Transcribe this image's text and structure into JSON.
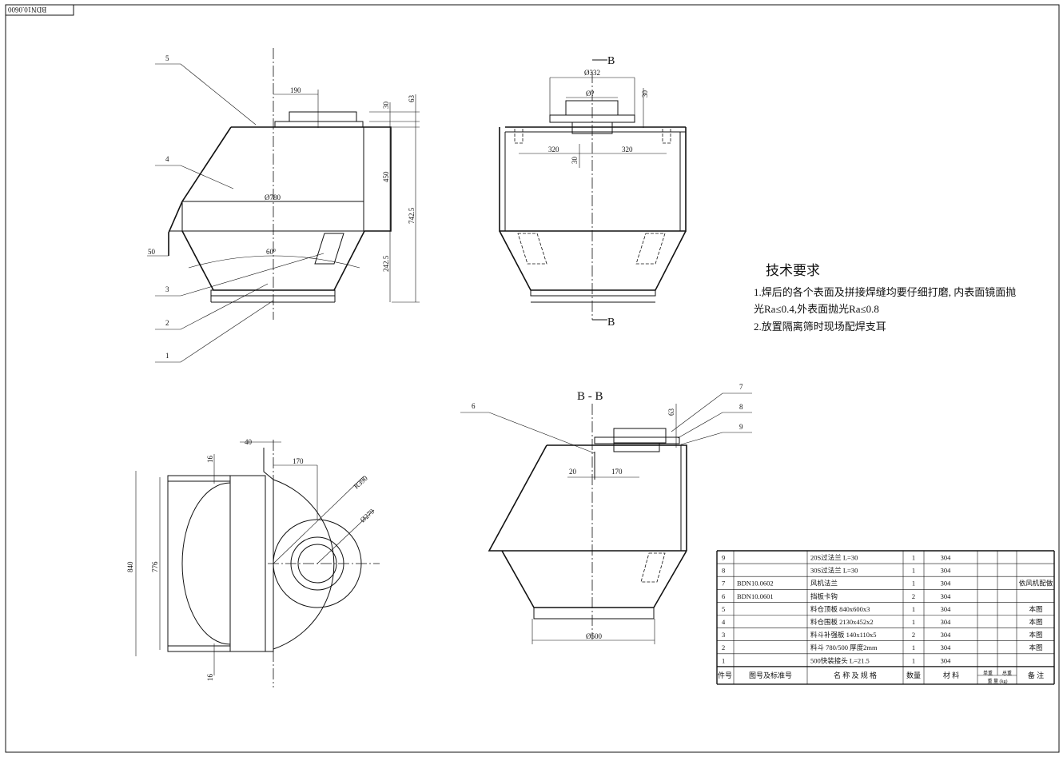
{
  "drawing_number": "BDN10.0600",
  "tech_requirements": {
    "title": "技术要求",
    "items": [
      "1.焊后的各个表面及拼接焊缝均要仔细打磨, 内表面镜面抛",
      "光Ra≤0.4,外表面抛光Ra≤0.8",
      "2.放置隔离筛时现场配焊支耳"
    ]
  },
  "section_label": "B - B",
  "section_mark": "B",
  "front_view": {
    "balloons": [
      "5",
      "4",
      "3",
      "2",
      "1"
    ],
    "dims": [
      "190",
      "30",
      "63",
      "450",
      "742.5",
      "Ø780",
      "50",
      "60°",
      "242.5"
    ]
  },
  "side_view": {
    "dims": [
      "Ø332",
      "Ø?",
      "30",
      "320",
      "320",
      "30"
    ]
  },
  "top_view": {
    "dims": [
      "40",
      "170",
      "16",
      "16",
      "840",
      "776",
      "R390",
      "Ø279"
    ]
  },
  "section_view": {
    "balloons": [
      "6",
      "7",
      "8",
      "9"
    ],
    "dims": [
      "63",
      "20",
      "170",
      "Ø500"
    ]
  },
  "bom": {
    "header": [
      "件号",
      "图号及标准号",
      "名 称 及 规 格",
      "数量",
      "材  料",
      "单重",
      "总重",
      "重 量 (kg)",
      "备  注"
    ],
    "rows": [
      {
        "no": "9",
        "code": "",
        "name": "20S过法兰  L=30",
        "qty": "1",
        "mat": "304",
        "remark": ""
      },
      {
        "no": "8",
        "code": "",
        "name": "30S过法兰  L=30",
        "qty": "1",
        "mat": "304",
        "remark": ""
      },
      {
        "no": "7",
        "code": "BDN10.0602",
        "name": "风机法兰",
        "qty": "1",
        "mat": "304",
        "remark": "依风机配做"
      },
      {
        "no": "6",
        "code": "BDN10.0601",
        "name": "挡板卡钩",
        "qty": "2",
        "mat": "304",
        "remark": ""
      },
      {
        "no": "5",
        "code": "",
        "name": "料仓顶板  840x600x3",
        "qty": "1",
        "mat": "304",
        "remark": "本图"
      },
      {
        "no": "4",
        "code": "",
        "name": "料仓围板  2130x452x2",
        "qty": "1",
        "mat": "304",
        "remark": "本图"
      },
      {
        "no": "3",
        "code": "",
        "name": "料斗补强板 140x110x5",
        "qty": "2",
        "mat": "304",
        "remark": "本图"
      },
      {
        "no": "2",
        "code": "",
        "name": "料斗 780/500 厚度2mm",
        "qty": "1",
        "mat": "304",
        "remark": "本图"
      },
      {
        "no": "1",
        "code": "",
        "name": "500快装接头  L=21.5",
        "qty": "1",
        "mat": "304",
        "remark": ""
      }
    ]
  }
}
